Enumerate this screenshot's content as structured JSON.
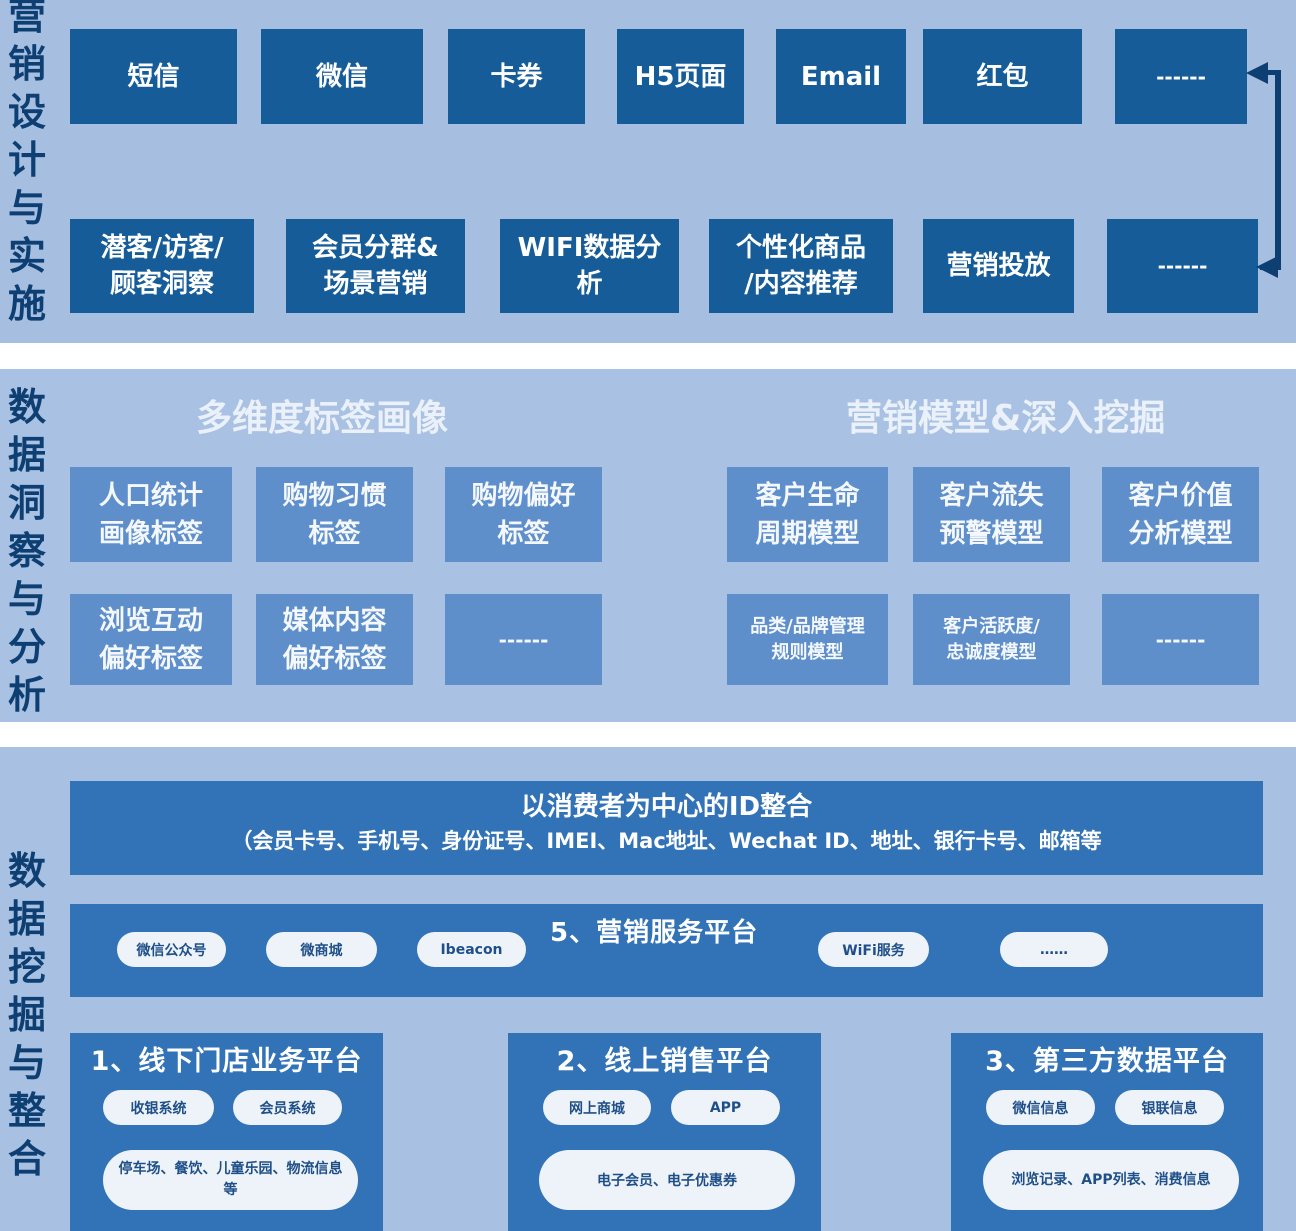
{
  "sections": {
    "design": {
      "side_title": [
        "营",
        "销",
        "设",
        "计",
        "与",
        "实",
        "施"
      ],
      "channels": [
        "短信",
        "微信",
        "卡券",
        "H5页面",
        "Email",
        "红包",
        "------"
      ],
      "actions": [
        "潜客/访客/\n顾客洞察",
        "会员分群&\n场景营销",
        "WIFI数据分\n析",
        "个性化商品\n/内容推荐",
        "营销投放",
        "------"
      ]
    },
    "insight": {
      "side_title": [
        "数",
        "据",
        "洞",
        "察",
        "与",
        "分",
        "析"
      ],
      "left_heading": "多维度标签画像",
      "right_heading": "营销模型&深入挖掘",
      "tags": [
        "人口统计\n画像标签",
        "购物习惯\n标签",
        "购物偏好\n标签",
        "浏览互动\n偏好标签",
        "媒体内容\n偏好标签",
        "------"
      ],
      "models": [
        "客户生命\n周期模型",
        "客户流失\n预警模型",
        "客户价值\n分析模型",
        "品类/品牌管理\n规则模型",
        "客户活跃度/\n忠诚度模型",
        "------"
      ]
    },
    "mining": {
      "side_title": [
        "数",
        "据",
        "挖",
        "掘",
        "与",
        "整",
        "合"
      ],
      "id_bar": {
        "title": "以消费者为中心的ID整合",
        "subtitle": "（会员卡号、手机号、身份证号、IMEI、Mac地址、Wechat ID、地址、银行卡号、邮箱等"
      },
      "service": {
        "title": "5、营销服务平台",
        "pills": [
          "微信公众号",
          "微商城",
          "Ibeacon",
          "WiFi服务",
          "……"
        ]
      },
      "platforms": [
        {
          "title": "1、线下门店业务平台",
          "pills": [
            "收银系统",
            "会员系统",
            "停车场、餐饮、儿童乐园、物流信息等"
          ]
        },
        {
          "title": "2、线上销售平台",
          "pills": [
            "网上商城",
            "APP",
            "电子会员、电子优惠券"
          ]
        },
        {
          "title": "3、第三方数据平台",
          "pills": [
            "微信信息",
            "银联信息",
            "浏览记录、APP列表、消费信息"
          ]
        }
      ]
    }
  },
  "colors": {
    "dark_box": "#155c99",
    "mid_box": "#5e8fcb",
    "bar": "#3273b8",
    "side_text": "#0e3f73"
  }
}
